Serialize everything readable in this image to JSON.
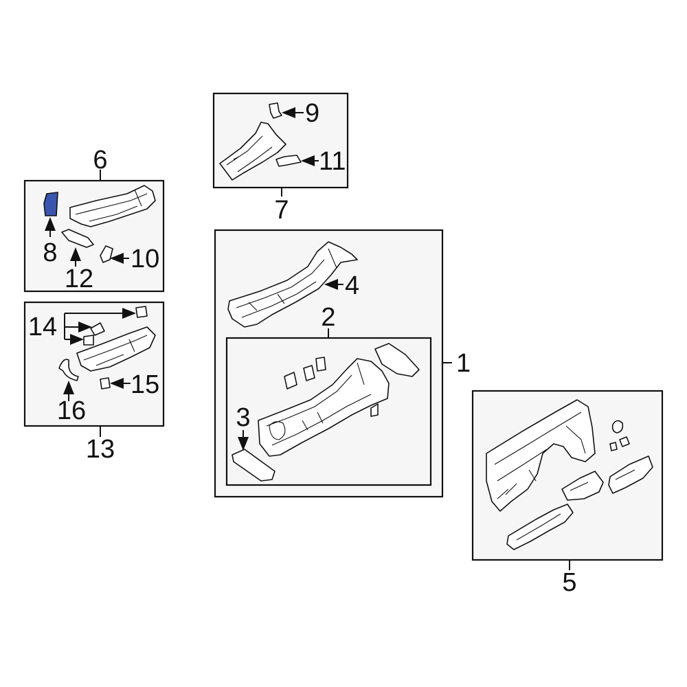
{
  "callouts": {
    "c1": "1",
    "c2": "2",
    "c3": "3",
    "c4": "4",
    "c5": "5",
    "c6": "6",
    "c7": "7",
    "c8": "8",
    "c9": "9",
    "c10": "10",
    "c11": "11",
    "c12": "12",
    "c13": "13",
    "c14": "14",
    "c15": "15",
    "c16": "16"
  },
  "colors": {
    "highlight": "#3a55b0",
    "line": "#111111",
    "panel": "#f6f6f6"
  }
}
